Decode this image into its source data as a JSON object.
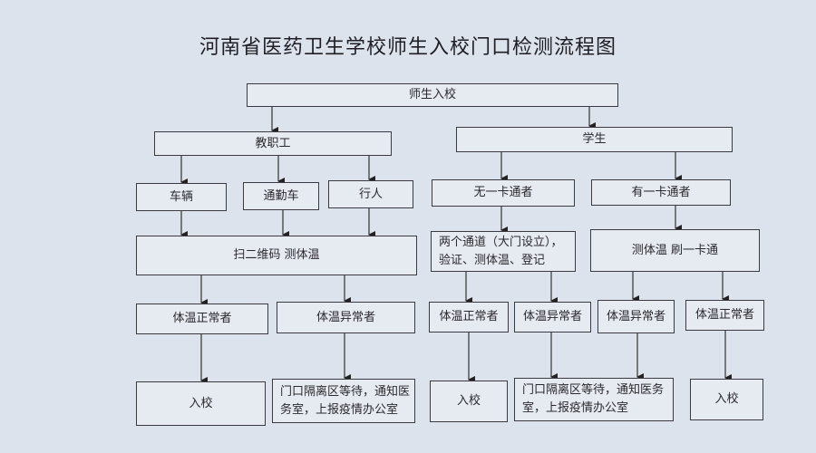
{
  "title": "河南省医药卫生学校师生入校门口检测流程图",
  "nodes": {
    "root": "师生入校",
    "staff": "教职工",
    "student": "学生",
    "car": "车辆",
    "shuttle": "通勤车",
    "walk": "行人",
    "scan": "扫二维码  测体温",
    "staff_normal": "体温正常者",
    "staff_abnormal": "体温异常者",
    "staff_enter": "入校",
    "staff_isolate": "门口隔离区等待，通知医务室，上报疫情办公室",
    "no_card": "无一卡通者",
    "has_card": "有一卡通者",
    "no_card_process": "两个通道（大门设立），验证、测体温、登记",
    "card_process": "测体温  刷一卡通",
    "nc_normal": "体温正常者",
    "nc_abnormal": "体温异常者",
    "c_abnormal": "体温异常者",
    "c_normal": "体温正常者",
    "nc_enter": "入校",
    "shared_isolate": "门口隔离区等待，通知医务室，上报疫情办公室",
    "c_enter": "入校"
  }
}
